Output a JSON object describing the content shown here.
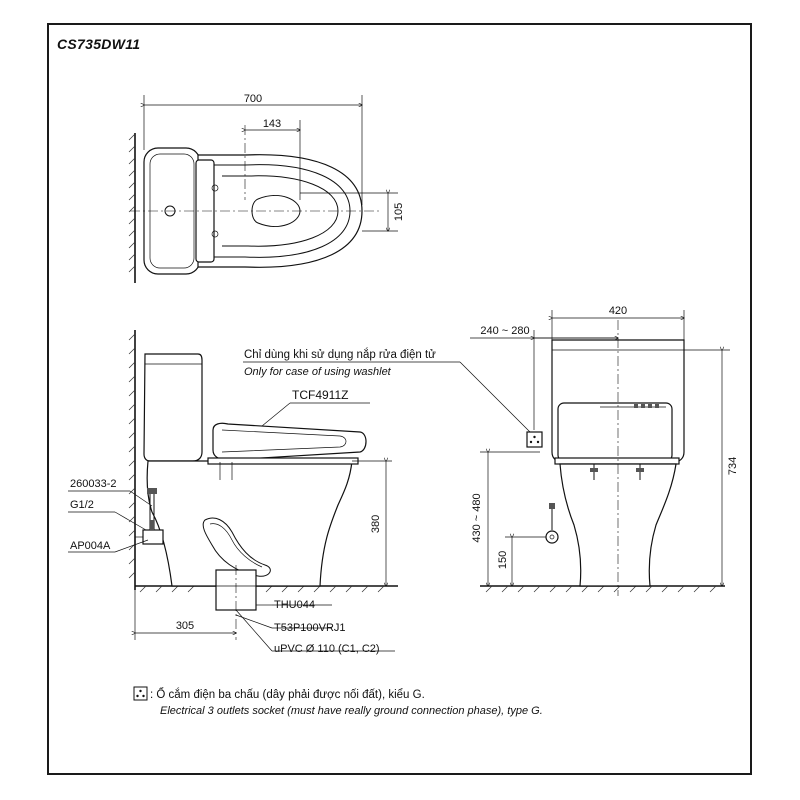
{
  "title": "CS735DW11",
  "dimensions": {
    "top_width": "700",
    "top_hole_offset": "143",
    "top_depth": "105",
    "side_seat_height": "380",
    "side_drain_offset": "305",
    "front_width": "420",
    "front_socket_range": "240 ~ 280",
    "front_total_height": "734",
    "front_socket_height": "430 ~ 480",
    "front_valve_height": "150"
  },
  "labels": {
    "washlet_vi": "Chỉ dùng khi sử dụng nắp rửa điện tử",
    "washlet_en": "Only for case of using washlet",
    "seat_model": "TCF4911Z",
    "part_1": "260033-2",
    "part_2": "G1/2",
    "part_3": "AP004A",
    "drain_1": "THU044",
    "drain_2": "T53P100VRJ1",
    "drain_3": "uPVC Ø 110 (C1, C2)"
  },
  "legend": {
    "symbol": "socket-icon",
    "text_vi": ": Ổ cắm điện ba chấu (dây phải được nối đất), kiểu G.",
    "text_en": "Electrical 3 outlets socket (must have really ground connection phase), type G."
  }
}
